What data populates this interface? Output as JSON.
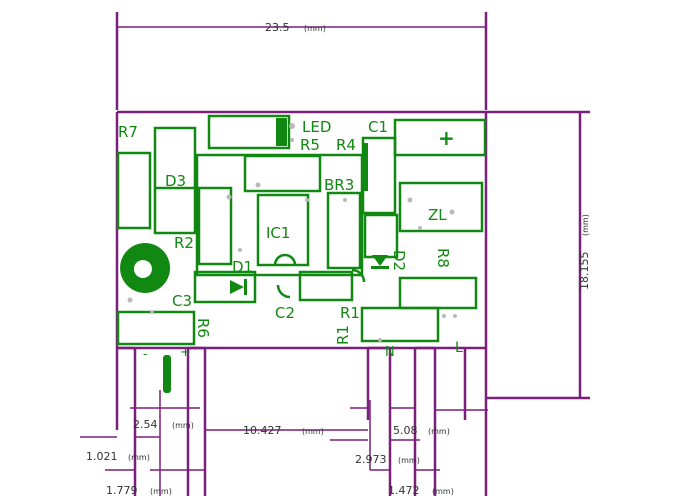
{
  "colors": {
    "outline": "#7a1f7a",
    "silkscreen": "#118811",
    "pad": "#b8b8b8",
    "text": "#333333"
  },
  "dimensions": {
    "width_total": "23.5",
    "height_total": "18.155",
    "d_2_54": "2.54",
    "d_10_427": "10.427",
    "d_5_08": "5.08",
    "d_1_021": "1.021",
    "d_2_973": "2.973",
    "d_1_779": "1.779",
    "d_1_472": "1.472",
    "unit": "(mm)"
  },
  "components": {
    "r7": "R7",
    "led": "LED",
    "c1": "C1",
    "r5": "R5",
    "r4": "R4",
    "plus": "+",
    "d3": "D3",
    "br3": "BR3",
    "zl": "ZL",
    "ic1": "IC1",
    "r2": "R2",
    "d1": "D1",
    "d2": "D2",
    "r8": "R8",
    "c3": "C3",
    "c2": "C2",
    "r1a": "R1",
    "r1b": "R1",
    "r6": "R6",
    "minus": "-",
    "plus2": "+",
    "n": "N",
    "l": "L"
  }
}
